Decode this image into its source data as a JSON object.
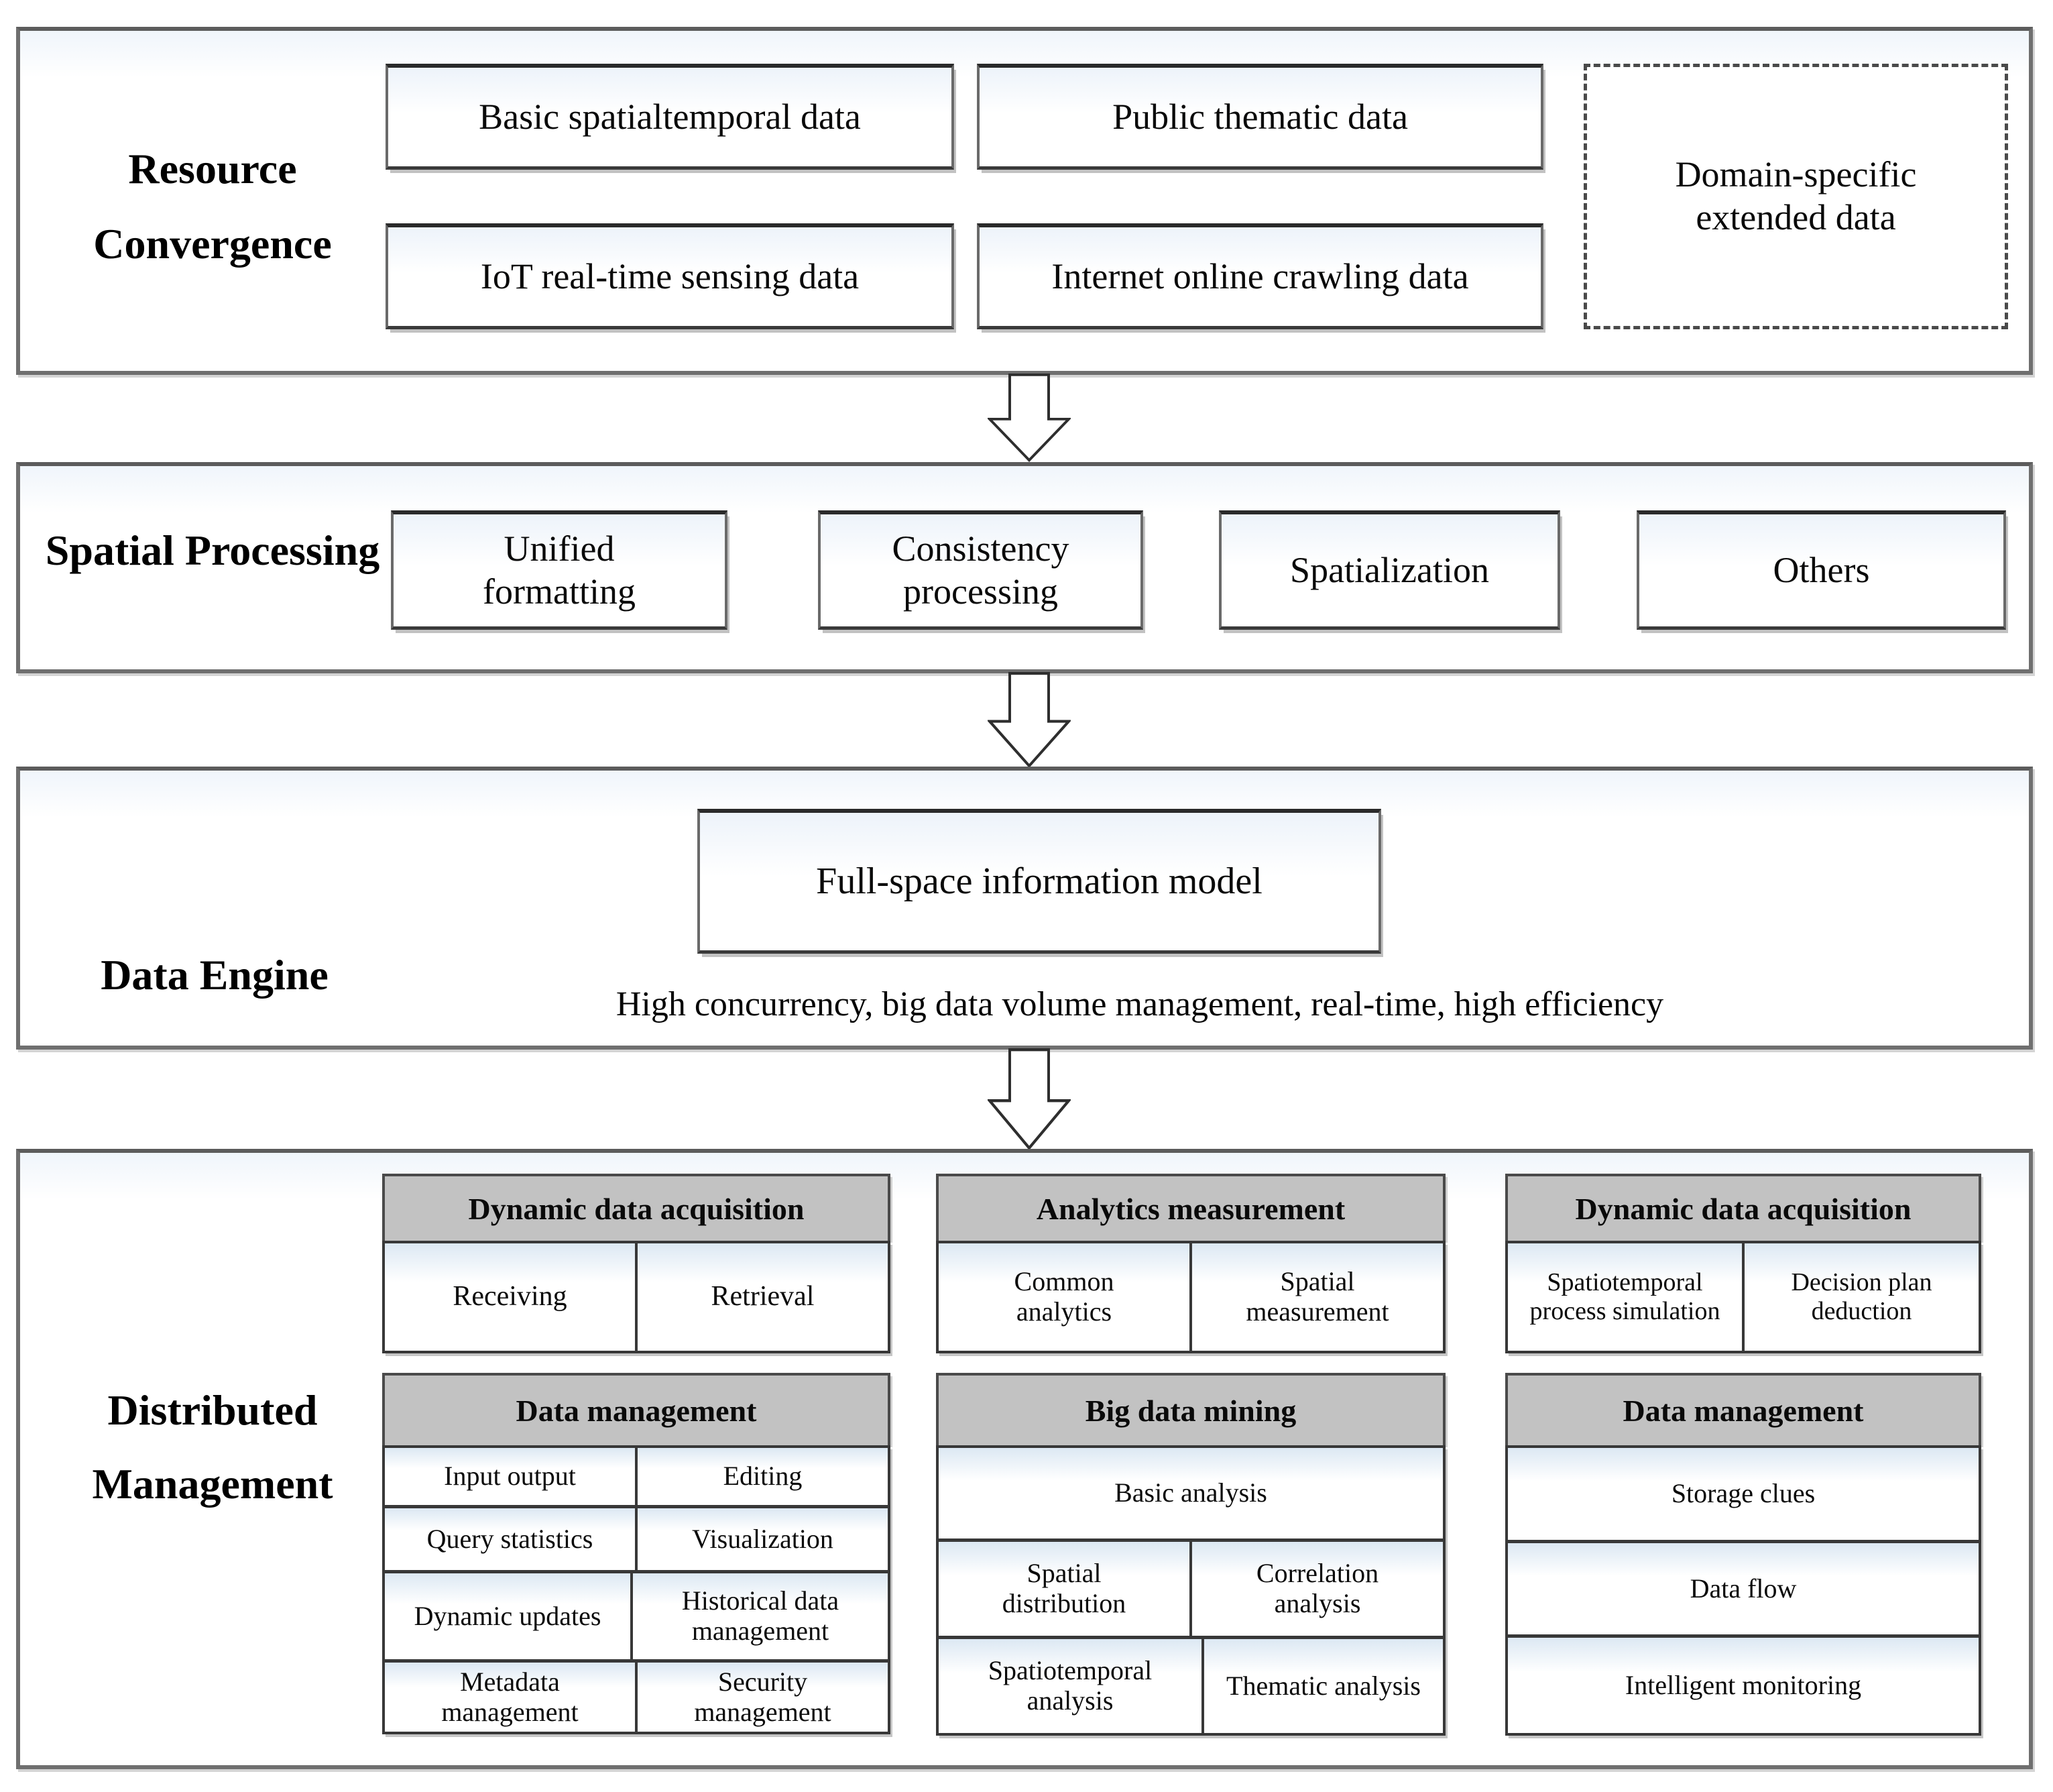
{
  "resource_convergence": {
    "label": "Resource Convergence",
    "boxes": [
      "Basic spatialtemporal data",
      "Public thematic data",
      "IoT real-time sensing data",
      "Internet online crawling data",
      "Domain-specific extended data"
    ]
  },
  "spatial_processing": {
    "label": "Spatial Processing",
    "boxes": [
      "Unified formatting",
      "Consistency processing",
      "Spatialization",
      "Others"
    ]
  },
  "data_engine": {
    "label": "Data Engine",
    "model_box": "Full-space information model",
    "subtitle": "High concurrency, big data volume management, real-time, high efficiency"
  },
  "distributed_management": {
    "label": "Distributed Management",
    "tables": {
      "acquisition_left": {
        "title": "Dynamic data acquisition",
        "rows": [
          [
            "Receiving",
            "Retrieval"
          ]
        ]
      },
      "analytics": {
        "title": "Analytics measurement",
        "rows": [
          [
            "Common analytics",
            "Spatial measurement"
          ]
        ]
      },
      "acquisition_right": {
        "title": "Dynamic data acquisition",
        "rows": [
          [
            "Spatiotemporal process simulation",
            "Decision plan deduction"
          ]
        ]
      },
      "data_mgmt_left": {
        "title": "Data management",
        "rows": [
          [
            "Input output",
            "Editing"
          ],
          [
            "Query statistics",
            "Visualization"
          ],
          [
            "Dynamic updates",
            "Historical data management"
          ],
          [
            "Metadata management",
            "Security management"
          ]
        ]
      },
      "big_data_mining": {
        "title": "Big data mining",
        "rows": [
          [
            "Basic analysis"
          ],
          [
            "Spatial distribution",
            "Correlation analysis"
          ],
          [
            "Spatiotemporal analysis",
            "Thematic analysis"
          ]
        ]
      },
      "data_mgmt_right": {
        "title": "Data management",
        "rows": [
          [
            "Storage clues"
          ],
          [
            "Data flow"
          ],
          [
            "Intelligent monitoring"
          ]
        ]
      }
    }
  }
}
